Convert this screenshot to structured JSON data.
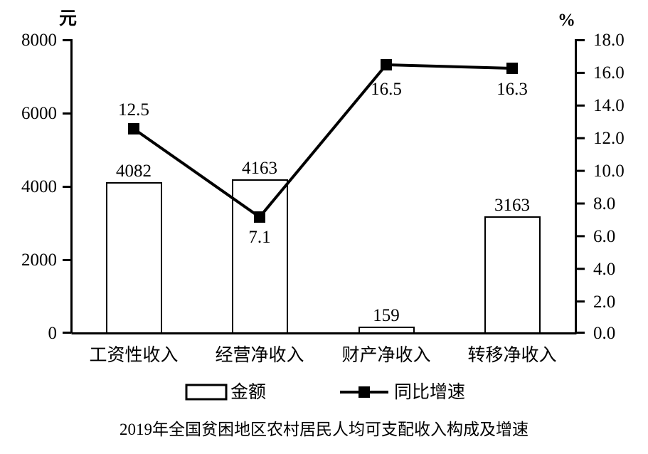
{
  "chart_data": {
    "type": "bar",
    "title": "2019年全国贫困地区农村居民人均可支配收入构成及增速",
    "xlabel": "",
    "ylabel": "元",
    "y2label": "%",
    "categories": [
      "工资性收入",
      "经营净收入",
      "财产净收入",
      "转移净收入"
    ],
    "ylim": [
      0,
      8000
    ],
    "y2lim": [
      0,
      18.0
    ],
    "yticks": [
      "0",
      "2000",
      "4000",
      "6000",
      "8000"
    ],
    "y2ticks": [
      "0.0",
      "2.0",
      "4.0",
      "6.0",
      "8.0",
      "10.0",
      "12.0",
      "14.0",
      "16.0",
      "18.0"
    ],
    "grid": false,
    "legend_position": "bottom",
    "series": [
      {
        "name": "金额",
        "type": "bar",
        "axis": "left",
        "values": [
          4082,
          4163,
          159,
          3163
        ],
        "labels": [
          "4082",
          "4163",
          "159",
          "3163"
        ],
        "fill": "#ffffff",
        "stroke": "#000000"
      },
      {
        "name": "同比增速",
        "type": "line",
        "axis": "right",
        "values": [
          12.5,
          7.1,
          16.5,
          16.3
        ],
        "labels": [
          "12.5",
          "7.1",
          "16.5",
          "16.3"
        ],
        "stroke": "#000000",
        "marker": "square"
      }
    ]
  },
  "axes": {
    "left_unit": "元",
    "right_unit": "%",
    "left_ticks": [
      {
        "label": "8000",
        "value": 8000
      },
      {
        "label": "6000",
        "value": 6000
      },
      {
        "label": "4000",
        "value": 4000
      },
      {
        "label": "2000",
        "value": 2000
      },
      {
        "label": "0",
        "value": 0
      }
    ],
    "right_ticks": [
      {
        "label": "18.0",
        "value": 18.0
      },
      {
        "label": "16.0",
        "value": 16.0
      },
      {
        "label": "14.0",
        "value": 14.0
      },
      {
        "label": "12.0",
        "value": 12.0
      },
      {
        "label": "10.0",
        "value": 10.0
      },
      {
        "label": "8.0",
        "value": 8.0
      },
      {
        "label": "6.0",
        "value": 6.0
      },
      {
        "label": "4.0",
        "value": 4.0
      },
      {
        "label": "2.0",
        "value": 2.0
      },
      {
        "label": "0.0",
        "value": 0.0
      }
    ]
  },
  "legend": {
    "items": [
      {
        "label": "金额",
        "marker": "bar-swatch"
      },
      {
        "label": "同比增速",
        "marker": "line-square-marker"
      }
    ]
  },
  "title": {
    "text": "2019年全国贫困地区农村居民人均可支配收入构成及增速"
  },
  "colors": {
    "foreground": "#000000",
    "background": "#ffffff",
    "bar_fill": "#ffffff",
    "bar_stroke": "#000000",
    "line_stroke": "#000000"
  }
}
